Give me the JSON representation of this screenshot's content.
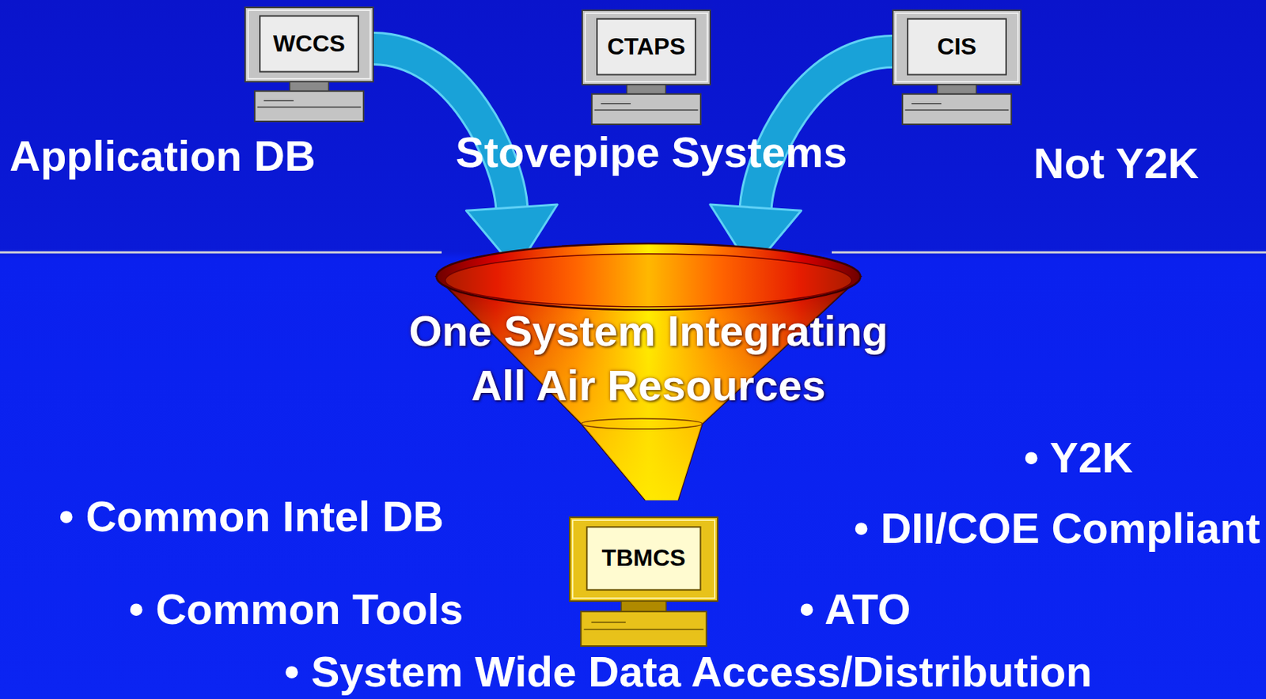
{
  "diagram": {
    "nodes": [
      {
        "text": [
          "WCCS"
        ]
      },
      {
        "text": [
          "CTAPS"
        ]
      },
      {
        "text": [
          "CIS"
        ]
      },
      {
        "text": [
          "One System Integrating All Air Resources"
        ]
      },
      {
        "text": [
          "TBMCS"
        ]
      }
    ],
    "edges": [
      {
        "from": 0,
        "to": 3,
        "arrow": "to"
      },
      {
        "from": 2,
        "to": 3,
        "arrow": "to"
      }
    ],
    "labels": [
      "Application DB",
      "Stovepipe Systems",
      "Not Y2K",
      "• Y2K",
      "• Common Intel DB",
      "• DII/COE Compliant",
      "• Common Tools",
      "• ATO",
      "• System Wide Data Access/Distribution"
    ]
  }
}
